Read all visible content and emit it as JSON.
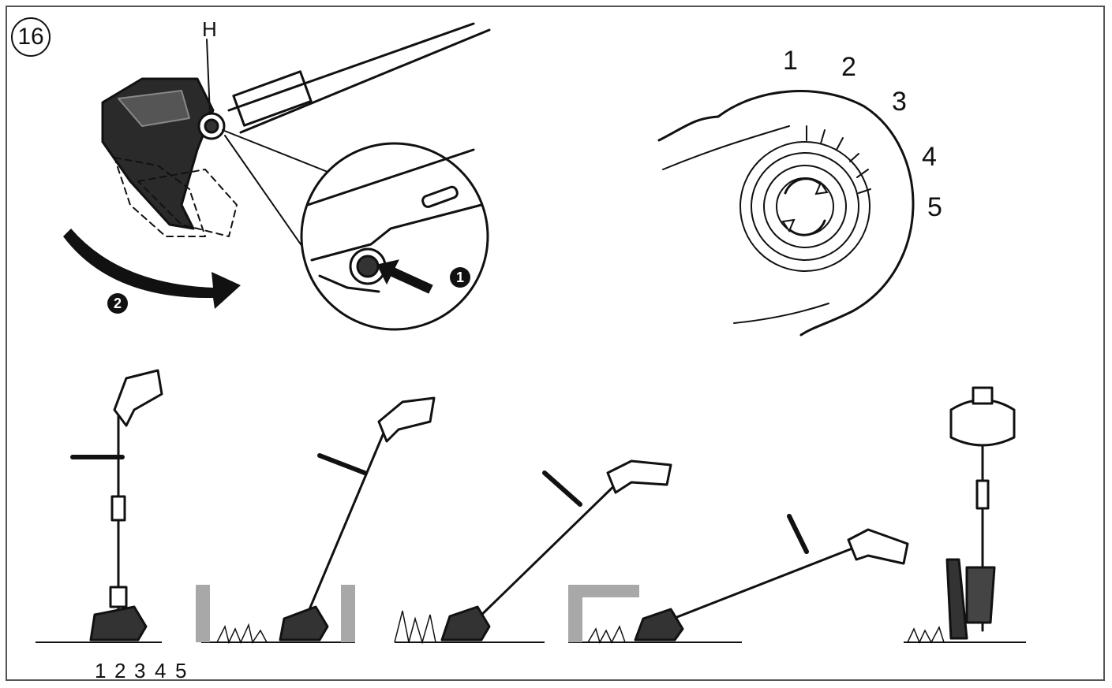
{
  "figure": {
    "number": "16",
    "part_label": "H"
  },
  "steps": {
    "press": "1",
    "rotate": "2"
  },
  "dial_positions": [
    "1",
    "2",
    "3",
    "4",
    "5"
  ],
  "bottom_positions": [
    "1",
    "2",
    "3",
    "4",
    "5"
  ],
  "colors": {
    "line": "#111111",
    "gray_bracket": "#a8a8a8",
    "frame": "#555555"
  }
}
